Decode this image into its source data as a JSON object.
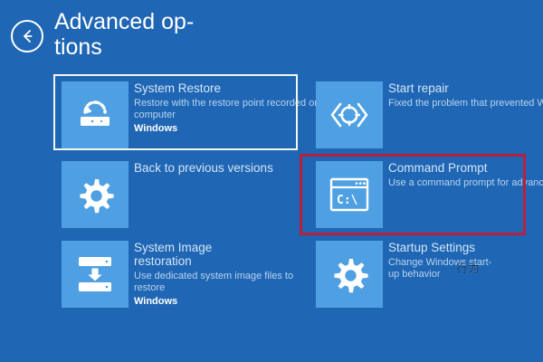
{
  "window": {
    "background_color": "#1f66b4",
    "tile_icon_color": "#4fa0e3"
  },
  "header": {
    "back_icon": "back-arrow-circle-icon",
    "title": "Advanced op-\ntions"
  },
  "selection": {
    "selected_tile": "System Restore",
    "selected_border_color": "#f4f7ec",
    "annotation_tile": "Command Prompt",
    "annotation_border_color": "#b5213f"
  },
  "tiles": [
    {
      "id": "system-restore",
      "icon": "system-restore-icon",
      "title": "System Restore",
      "desc": "Restore with the restore point recorded on your computer",
      "sub": "Windows"
    },
    {
      "id": "start-repair",
      "icon": "start-repair-icon",
      "title": "Start repair",
      "desc": "Fixed the problem that prevented Windows",
      "sub": ""
    },
    {
      "id": "previous-versions",
      "icon": "gear-icon",
      "title": "Back to previous versions",
      "desc": "",
      "sub": ""
    },
    {
      "id": "command-prompt",
      "icon": "command-prompt-icon",
      "title": "Command Prompt",
      "desc": "Use a command prompt for advanced",
      "sub": ""
    },
    {
      "id": "system-image",
      "icon": "system-image-recovery-icon",
      "title": "System Image\nrestoration",
      "desc": "Use dedicated system image files to\nrestore",
      "sub": "Windows"
    },
    {
      "id": "startup-settings",
      "icon": "gear-icon",
      "title": "Startup Settings",
      "desc": "Change Windows start-\nup behavior",
      "sub": ""
    }
  ],
  "watermark": {
    "text": "行为"
  }
}
